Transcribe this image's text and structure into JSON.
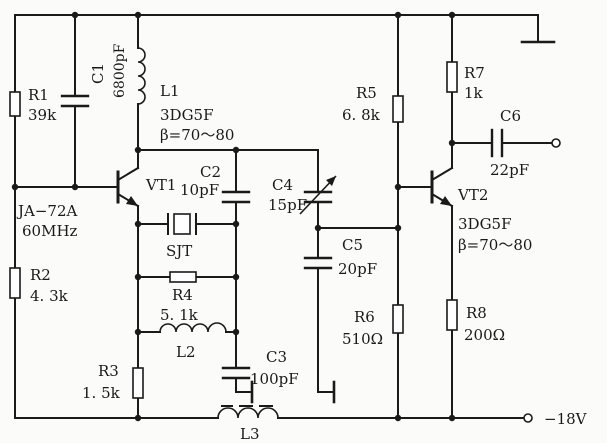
{
  "labels": {
    "r1": "R1",
    "r1_val": "39k",
    "c1": "C1",
    "c1_val": "6800pF",
    "l1": "L1",
    "vt1_type": "3DG5F",
    "vt1_beta": "β=70～80",
    "vt1": "VT1",
    "c2": "C2",
    "c2_val": "10pF",
    "c4": "C4",
    "c4_val": "15pF",
    "crystal": "JA−72A",
    "crystal_freq": "60MHz",
    "sjt": "SJT",
    "r2": "R2",
    "r2_val": "4. 3k",
    "r4": "R4",
    "r4_val": "5. 1k",
    "l2": "L2",
    "r3": "R3",
    "r3_val": "1. 5k",
    "c3": "C3",
    "c3_val": "100pF",
    "l3": "L3",
    "r5": "R5",
    "r5_val": "6. 8k",
    "c5": "C5",
    "c5_val": "20pF",
    "r6": "R6",
    "r6_val": "510Ω",
    "r7": "R7",
    "r7_val": "1k",
    "c6": "C6",
    "c6_val": "22pF",
    "vt2": "VT2",
    "vt2_type": "3DG5F",
    "vt2_beta": "β=70～80",
    "r8": "R8",
    "r8_val": "200Ω",
    "supply": "−18V"
  }
}
